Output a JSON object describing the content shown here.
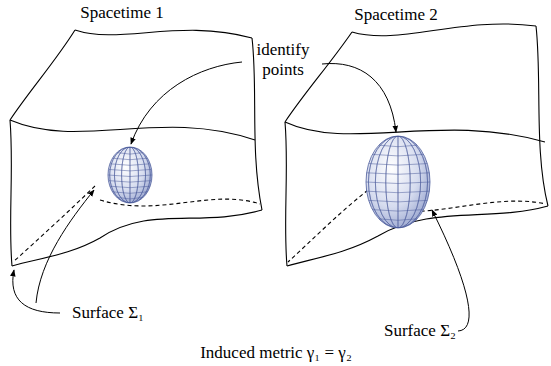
{
  "diagram": {
    "caption": "Induced metric γ₁ = γ₂",
    "labels": [
      "Spacetime 1",
      "Spacetime 2",
      "identify points",
      "Surface Σ₁",
      "Surface Σ₂"
    ]
  }
}
